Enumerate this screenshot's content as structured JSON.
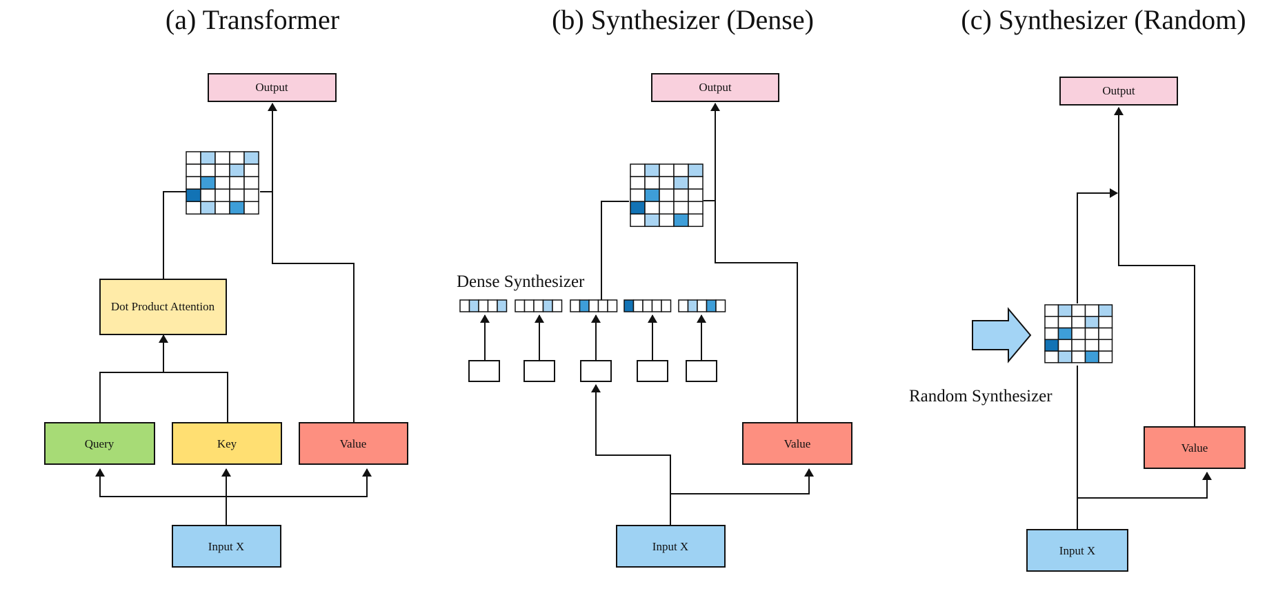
{
  "panels": [
    {
      "title": "(a) Transformer",
      "blocks": {
        "output": "Output",
        "attention": "Dot Product Attention",
        "query": "Query",
        "key": "Key",
        "value": "Value",
        "input": "Input X"
      }
    },
    {
      "title": "(b) Synthesizer (Dense)",
      "note": "Dense Synthesizer",
      "blocks": {
        "output": "Output",
        "value": "Value",
        "input": "Input X"
      }
    },
    {
      "title": "(c) Synthesizer (Random)",
      "note": "Random Synthesizer",
      "blocks": {
        "output": "Output",
        "value": "Value",
        "input": "Input X"
      }
    }
  ],
  "colors": {
    "output": "#f9d0dd",
    "attention": "#ffeba8",
    "query": "#a7db76",
    "key": "#ffdf72",
    "value": "#fd8f80",
    "input": "#9ed2f3",
    "cell_light": "#a9d4f2",
    "cell_medium": "#3e9ed8",
    "cell_dark": "#1273b5",
    "arrow": "#a3d4f5"
  },
  "attention_matrix": [
    [
      0,
      1,
      0,
      0,
      1
    ],
    [
      0,
      0,
      0,
      1,
      0
    ],
    [
      0,
      2,
      0,
      0,
      0
    ],
    [
      3,
      0,
      0,
      0,
      0
    ],
    [
      0,
      1,
      0,
      2,
      0
    ]
  ],
  "dense_rows": [
    [
      0,
      1,
      0,
      0,
      1
    ],
    [
      0,
      0,
      0,
      1,
      0
    ],
    [
      0,
      2,
      0,
      0,
      0
    ],
    [
      3,
      0,
      0,
      0,
      0
    ],
    [
      0,
      1,
      0,
      2,
      0
    ]
  ]
}
